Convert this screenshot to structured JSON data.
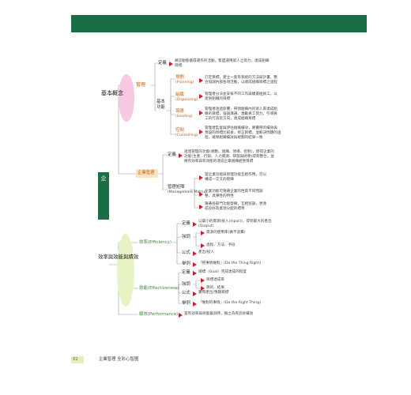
{
  "side_tab": {
    "label": "企"
  },
  "footer": {
    "page_number": "02",
    "book_title": "企業管理 全彩心智圖"
  },
  "root": {
    "label": "基本概念"
  },
  "management": {
    "label": "管理",
    "definition_label": "定義",
    "definition_text": [
      "將這動態循環運作的活動，緊盟運用眾人之努力，達成組織",
      "目標"
    ],
    "functions_label": [
      "基本",
      "功能"
    ],
    "functions": [
      {
        "name": "規劃",
        "en": "(Planning)",
        "desc": [
          "訂定目標，建立一套有系統的方法與計畫，整",
          "合協調內部各項活動，以達成組織目標之過程"
        ]
      },
      {
        "name": "組織",
        "en": "(Organizing)",
        "desc": [
          "管理者分派並安排不同工作與權責給員工，以",
          "達到組織的目標"
        ]
      },
      {
        "name": "領導",
        "en": "(Leading)",
        "desc": [
          "管理者透過影響，帶領組織內的眾人來達成組",
          "織的目標，強調溝通、激勵員工努力，引導員",
          "工的行為及方向，達成組織目標"
        ]
      },
      {
        "name": "控制",
        "en": "(Controlling)",
        "desc": [
          "管理者監督與評估組織績效，將實際的績效與",
          "預設的目標比較後，修正目標，並解決問題的過",
          "程，確保組織績效與規劃的結果一致"
        ]
      }
    ]
  },
  "enterprise_mgmt": {
    "label": "企業管理",
    "definition_label": "定義",
    "definition_text": [
      "透過管理的功能(規劃、組織、領導、控制)，使得企業的",
      "功能(生產、行銷、人力資源、研發與財務)得到整合，並",
      "將有效率與有效能的達成企業組織經營目標"
    ],
    "matrix_label": [
      "管理矩陣",
      "(Management Matrix)"
    ],
    "matrix_items": [
      [
        "當企業功能與管理功能互相作用，可以",
        "構成一交叉的矩陣"
      ],
      [
        "企業功能可隨著企業的性質不同而調",
        "整，具彈性的特性"
      ],
      [
        "隨著各部門功能發揮，互相協調，更達",
        "成良好及資源分配的標準"
      ]
    ]
  },
  "efficiency_section": {
    "label": "效率與效能與績效",
    "efficiency": {
      "label": "效率(Efficiency)",
      "definition_label": "定義",
      "definition_text": [
        "以最小的資源(投入(Input))，得到最大的產出",
        "(Output)"
      ],
      "emphasis_label": "強調",
      "emphasis_items": [
        "資源的使用率(做不浪費)",
        "過程、方法、手段"
      ],
      "formula_label": "公式",
      "formula_text": "產出/投入",
      "example_label": "舉例",
      "example_text": "「把事情做對」(Do the Thing Right)"
    },
    "effectiveness": {
      "label": "效能(Effectiveness)",
      "definition_label": "定義",
      "definition_text": "目標（Goal）完成達成的程度",
      "emphasis_label": "強調",
      "emphasis_items": [
        "目標達成率",
        "目的、結果"
      ],
      "formula_label": "公式",
      "formula_text": "實際產出/預期目標",
      "example_label": "舉例",
      "example_text": "「做對的事情」(Do the Right Thing)"
    },
    "performance": {
      "label": "績效(Performance)",
      "text": "當有效率與效能兼具時，稱之為有良好績效"
    }
  },
  "colors": {
    "header_green": "#1a6e46",
    "accent_orange": "#c0631a",
    "oval_pink": "#f6c9e2",
    "oval_lightgreen": "#e7f3c5",
    "arrow_red": "#c8202a"
  }
}
